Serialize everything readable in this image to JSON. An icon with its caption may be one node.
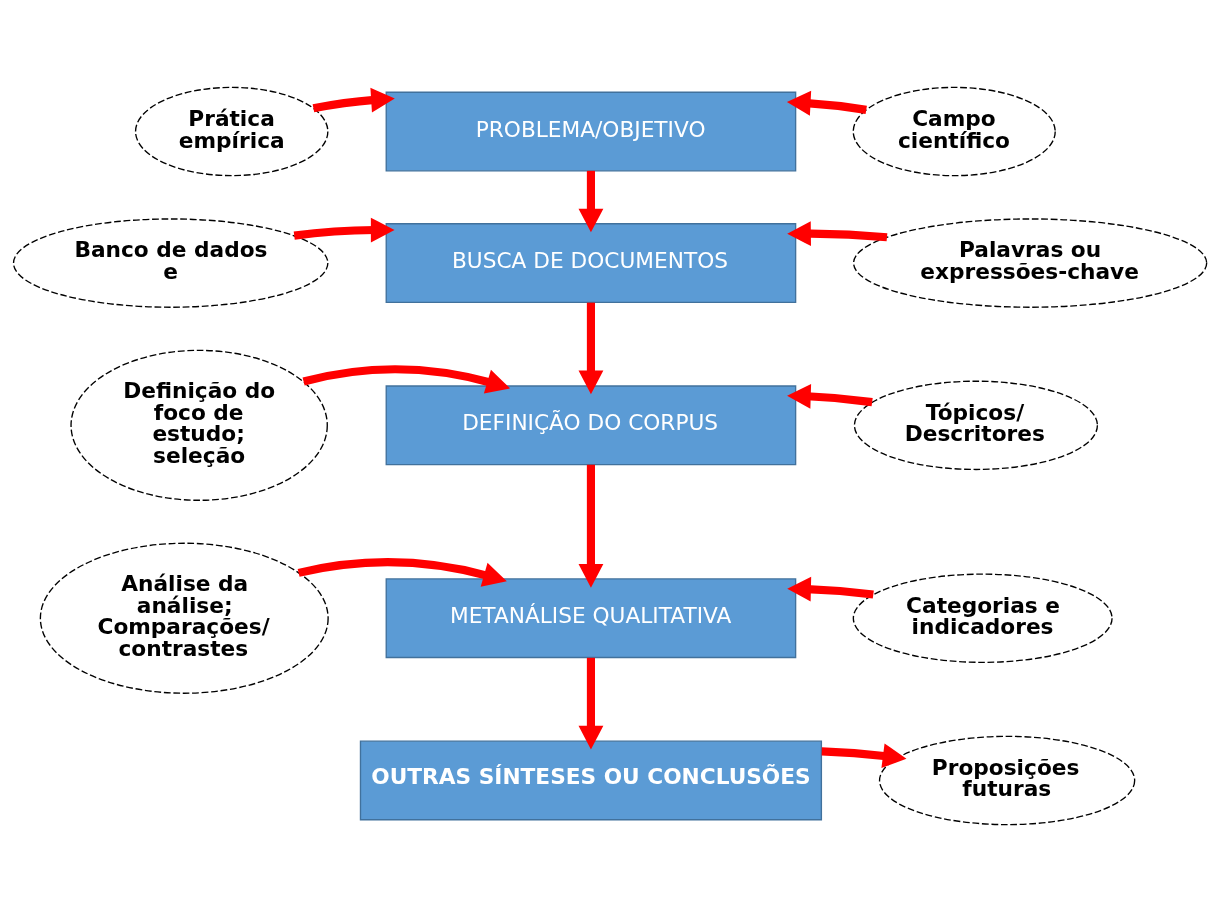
{
  "diagram": {
    "nodes": [
      {
        "text": [
          "Prática empírica"
        ]
      },
      {
        "text": [
          "PROBLEMA/OBJETIVO"
        ]
      },
      {
        "text": [
          "Campo científico"
        ]
      },
      {
        "text": [
          "Banco de dados e"
        ]
      },
      {
        "text": [
          "BUSCA DE DOCUMENTOS"
        ]
      },
      {
        "text": [
          "Palavras ou expressões-chave"
        ]
      },
      {
        "text": [
          "Definição do foco de estudo; seleção"
        ]
      },
      {
        "text": [
          "DEFINIÇÃO DO CORPUS"
        ]
      },
      {
        "text": [
          "Tópicos/ Descritores"
        ]
      },
      {
        "text": [
          "METANÁLISE QUALITATIVA"
        ]
      },
      {
        "text": [
          "Categorias e indicadores"
        ]
      },
      {
        "text": [
          "Análise da análise; Comparações/ contrastes"
        ]
      },
      {
        "text": [
          "OUTRAS SÍNTESES OU CONCLUSÕES"
        ]
      },
      {
        "text": [
          "Proposições futuras"
        ]
      }
    ],
    "edges": [
      {
        "from": 0,
        "to": 1,
        "arrow": "to"
      },
      {
        "from": 2,
        "to": 1,
        "arrow": "to"
      },
      {
        "from": 1,
        "to": 4,
        "arrow": "to"
      },
      {
        "from": 3,
        "to": 4,
        "arrow": "to"
      },
      {
        "from": 5,
        "to": 4,
        "arrow": "to"
      },
      {
        "from": 4,
        "to": 7,
        "arrow": "to"
      },
      {
        "from": 6,
        "to": 7,
        "arrow": "to"
      },
      {
        "from": 8,
        "to": 7,
        "arrow": "to"
      },
      {
        "from": 7,
        "to": 9,
        "arrow": "to"
      },
      {
        "from": 10,
        "to": 9,
        "arrow": "to"
      },
      {
        "from": 11,
        "to": 9,
        "arrow": "to"
      },
      {
        "from": 9,
        "to": 12,
        "arrow": "to"
      },
      {
        "from": 12,
        "to": 13,
        "arrow": "to"
      }
    ]
  }
}
